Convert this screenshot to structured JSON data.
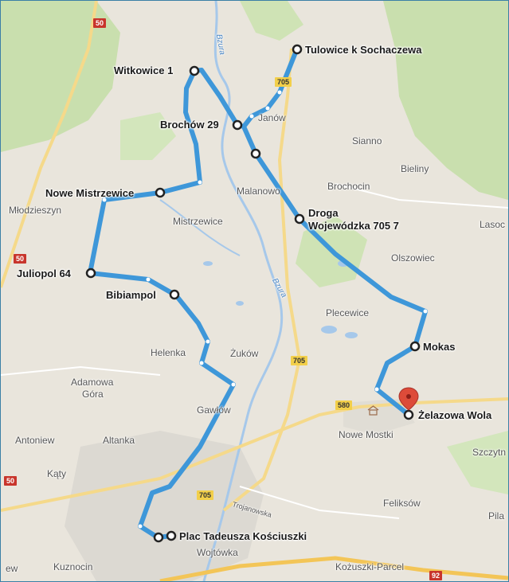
{
  "colors": {
    "land": "#e9e5dc",
    "forest": "#c9dfae",
    "water": "#a6c8ea",
    "urban": "#dcd9d2",
    "route": "#3e97d9",
    "road_main": "#ffffff",
    "road_minor": "#f7f5f0",
    "marker": "#dd4b39"
  },
  "route_stops": [
    {
      "id": "tulowice",
      "label": "Tulowice k Sochaczewa"
    },
    {
      "id": "witkowice",
      "label": "Witkowice 1"
    },
    {
      "id": "brochow",
      "label": "Brochów 29"
    },
    {
      "id": "nowe-mistrzewice",
      "label": "Nowe Mistrzewice"
    },
    {
      "id": "droga",
      "label": "Droga\nWojewódzka 705 7"
    },
    {
      "id": "juliopol",
      "label": "Juliopol 64"
    },
    {
      "id": "bibiampol",
      "label": "Bibiampol"
    },
    {
      "id": "mokas",
      "label": "Mokas"
    },
    {
      "id": "zelazowa-wola",
      "label": "Żelazowa Wola"
    },
    {
      "id": "plac",
      "label": "Plac Tadeusza Kościuszki"
    }
  ],
  "places": [
    "Janów",
    "Sianno",
    "Bieliny",
    "Brochocin",
    "Malanowo",
    "Lasoc",
    "Młodzieszyn",
    "Mistrzewice",
    "Olszowiec",
    "Plecewice",
    "Helenka",
    "Żuków",
    "Adamowa",
    "Góra",
    "Gawłów",
    "Nowe Mostki",
    "Antoniew",
    "Altanka",
    "Szczytn",
    "Kąty",
    "Feliksów",
    "Pila",
    "Wojtówka",
    "Kuznocin",
    "Kożuszki-Parcel",
    "ew"
  ],
  "streets": [
    "Trojanowska"
  ],
  "rivers": [
    "Bzura",
    "Bzura"
  ],
  "road_shields": [
    "50",
    "50",
    "50",
    "705",
    "705",
    "705",
    "580",
    "92"
  ]
}
